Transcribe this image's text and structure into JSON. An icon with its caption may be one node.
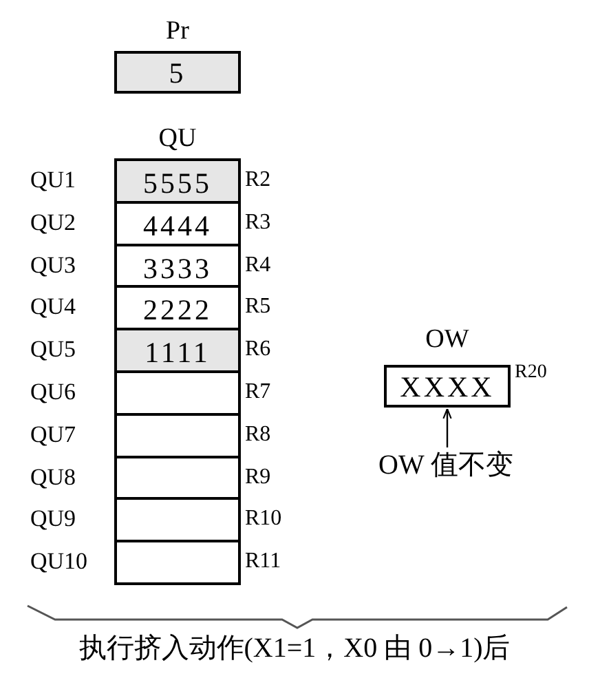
{
  "diagram": {
    "caption": "执行挤入动作(X1=1，X0 由 0→1)后",
    "nodes": [
      {
        "text": [
          "Pr",
          "5"
        ]
      },
      {
        "text": [
          "QU"
        ]
      },
      {
        "text": [
          "5555"
        ],
        "in": 1,
        "beside": [
          "QU1",
          "R2"
        ]
      },
      {
        "text": [
          "4444"
        ],
        "in": 1,
        "beside": [
          "QU2",
          "R3"
        ]
      },
      {
        "text": [
          "3333"
        ],
        "in": 1,
        "beside": [
          "QU3",
          "R4"
        ]
      },
      {
        "text": [
          "2222"
        ],
        "in": 1,
        "beside": [
          "QU4",
          "R5"
        ]
      },
      {
        "text": [
          "1111"
        ],
        "in": 1,
        "beside": [
          "QU5",
          "R6"
        ]
      },
      {
        "text": [],
        "shape": "box",
        "in": 1,
        "beside": [
          "QU6",
          "R7"
        ]
      },
      {
        "text": [],
        "shape": "box",
        "in": 1,
        "beside": [
          "QU7",
          "R8"
        ]
      },
      {
        "text": [],
        "shape": "box",
        "in": 1,
        "beside": [
          "QU8",
          "R9"
        ]
      },
      {
        "text": [],
        "shape": "box",
        "in": 1,
        "beside": [
          "QU9",
          "R10"
        ]
      },
      {
        "text": [],
        "shape": "box",
        "in": 1,
        "beside": [
          "QU10",
          "R11"
        ]
      },
      {
        "text": [
          "OW",
          "XXXX"
        ],
        "beside": [
          "R20"
        ]
      },
      {
        "text": [
          "OW 值不变"
        ]
      }
    ],
    "edges": [
      {
        "from": 13,
        "to": 12,
        "arrow": "to"
      }
    ]
  }
}
